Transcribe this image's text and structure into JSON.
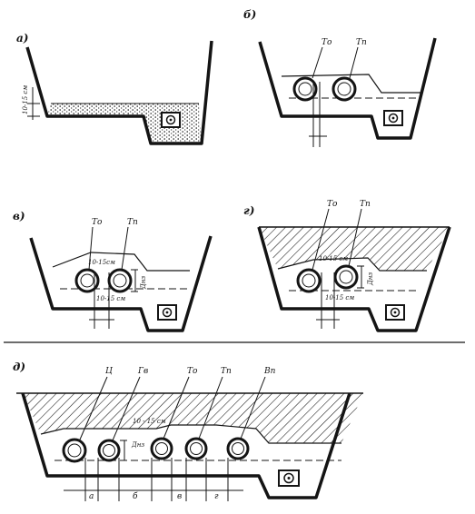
{
  "panels": [
    {
      "id": "a",
      "label": "а)",
      "annotations": {
        "height_dim": "10-15 см"
      }
    },
    {
      "id": "b",
      "label": "б)",
      "pipe_labels": [
        "То",
        "Тп"
      ]
    },
    {
      "id": "v",
      "label": "в)",
      "pipe_labels": [
        "То",
        "Тп"
      ],
      "annotations": {
        "top_gap": "10-15см",
        "bottom_gap": "10-15 см",
        "pipe_dim": "Днз"
      }
    },
    {
      "id": "g",
      "label": "г)",
      "pipe_labels": [
        "То",
        "Тп"
      ],
      "annotations": {
        "top_gap": "10-15 см",
        "bottom_gap": "10-15 см",
        "pipe_dim": "Днз"
      }
    },
    {
      "id": "d",
      "label": "д)",
      "pipe_labels": [
        "Ц",
        "Гв",
        "То",
        "Тп",
        "Вп"
      ],
      "annotations": {
        "top_gap": "10 - 15 см",
        "pipe_dim": "Днз"
      },
      "spacing_labels": [
        "а",
        "б",
        "в",
        "г"
      ]
    }
  ],
  "colors": {
    "ink": "#141414",
    "background": "#ffffff"
  }
}
